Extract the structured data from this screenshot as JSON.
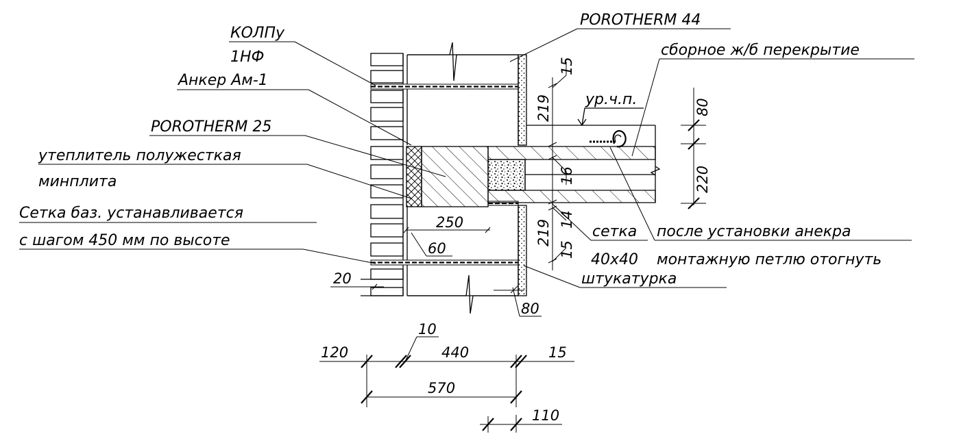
{
  "labels": {
    "kolpu": "КОЛПу",
    "nf": "1НФ",
    "anchor": "Анкер Ам-1",
    "porotherm25": "POROTHERM 25",
    "insulation_1": "утеплитель полужесткая",
    "insulation_2": "минплита",
    "mesh_1": "Сетка баз. устанавливается",
    "mesh_2": "с шагом 450 мм по высоте",
    "porotherm44": "POROTHERM 44",
    "slab": "сборное ж/б перекрытие",
    "floor_level": "ур.ч.п.",
    "setka": "сетка",
    "setka_size": "40x40",
    "note_1": "после установки анекра",
    "note_2": "монтажную петлю отогнуть",
    "plaster": "штукатурка"
  },
  "dimensions": {
    "d15_top": "15",
    "d219_top": "219",
    "d16": "16",
    "d80_right": "80",
    "d220": "220",
    "d250": "250",
    "d60": "60",
    "d14": "14",
    "d219_bottom": "219",
    "d15_bottom": "15",
    "d20": "20",
    "d80_bottom": "80",
    "d10": "10",
    "d120": "120",
    "d440": "440",
    "d15_chain": "15",
    "d570": "570",
    "d110": "110"
  }
}
